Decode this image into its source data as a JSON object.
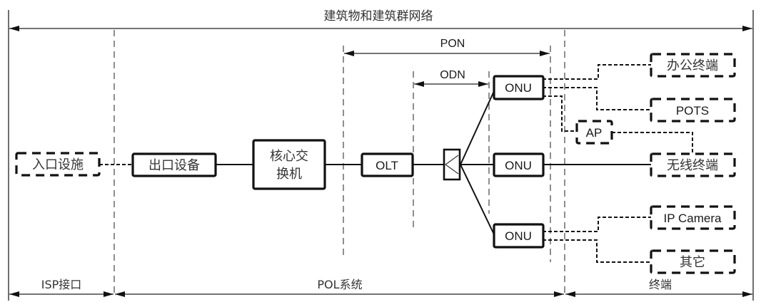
{
  "title": "建筑物和建筑群网络",
  "spans": {
    "pon": "PON",
    "odn": "ODN",
    "isp": "ISP接口",
    "pol": "POL系统",
    "terminal": "终端"
  },
  "nodes": {
    "entry_facility": "入口设施",
    "exit_device": "出口设备",
    "core_switch_line1": "核心交",
    "core_switch_line2": "换机",
    "olt": "OLT",
    "splitter": "",
    "onu_top": "ONU",
    "onu_mid": "ONU",
    "onu_bottom": "ONU",
    "ap": "AP",
    "office_terminal": "办公终端",
    "pots": "POTS",
    "wireless_terminal": "无线终端",
    "ip_camera": "IP Camera",
    "other": "其它"
  }
}
